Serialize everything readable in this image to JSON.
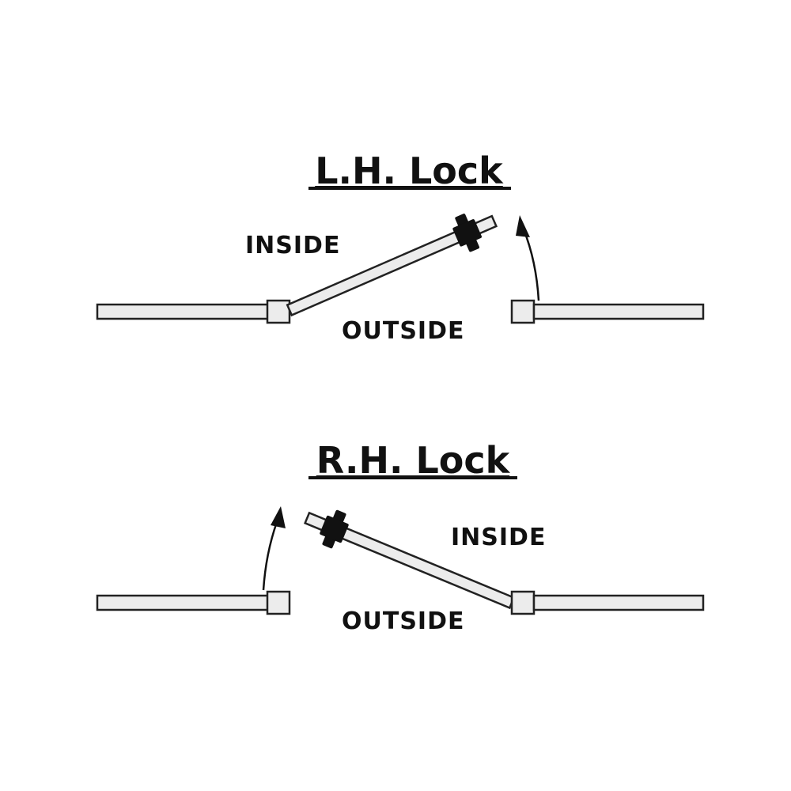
{
  "diagrams": [
    {
      "title": "L.H. Lock",
      "inside_label": "INSIDE",
      "outside_label": "OUTSIDE"
    },
    {
      "title": "R.H. Lock",
      "inside_label": "INSIDE",
      "outside_label": "OUTSIDE"
    }
  ],
  "colors": {
    "ink": "#111111",
    "fill": "#ececec",
    "background": "#ffffff"
  },
  "icons": [
    "door-swing-diagram",
    "swing-arrow-icon",
    "door-knob-icon"
  ]
}
